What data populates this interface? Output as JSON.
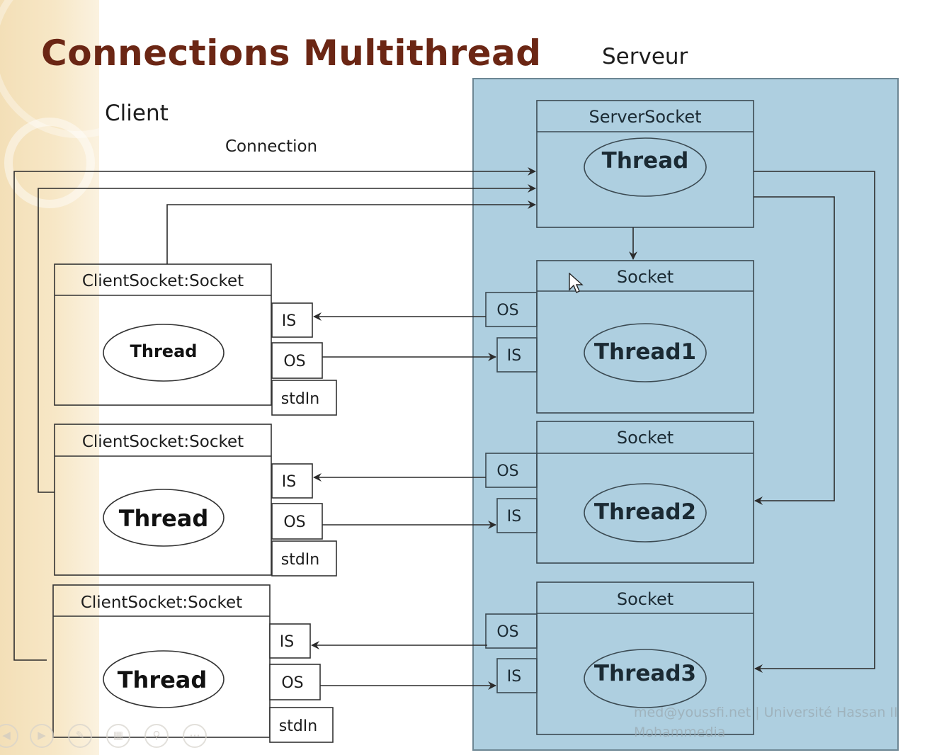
{
  "slide": {
    "title": "Connections Multithread",
    "client_label": "Client",
    "server_label": "Serveur",
    "connection_label": "Connection",
    "watermark_line1": "med@youssfi.net | Université Hassan II",
    "watermark_line2": "Mohammedia"
  },
  "server": {
    "server_socket": {
      "title": "ServerSocket",
      "thread": "Thread"
    },
    "sockets": [
      {
        "title": "Socket",
        "thread": "Thread1",
        "os": "OS",
        "is": "IS"
      },
      {
        "title": "Socket",
        "thread": "Thread2",
        "os": "OS",
        "is": "IS"
      },
      {
        "title": "Socket",
        "thread": "Thread3",
        "os": "OS",
        "is": "IS"
      }
    ]
  },
  "clients": [
    {
      "title": "ClientSocket:Socket",
      "thread": "Thread",
      "is": "IS",
      "os": "OS",
      "stdin": "stdIn"
    },
    {
      "title": "ClientSocket:Socket",
      "thread": "Thread",
      "is": "IS",
      "os": "OS",
      "stdin": "stdIn"
    },
    {
      "title": "ClientSocket:Socket",
      "thread": "Thread",
      "is": "IS",
      "os": "OS",
      "stdin": "stdIn"
    }
  ],
  "colors": {
    "title": "#6b2614",
    "server_fill": "#aecfe0",
    "server_border": "#6d8794",
    "line": "#2b2b2b"
  },
  "controls": [
    "prev-icon",
    "play-icon",
    "pen-icon",
    "slides-icon",
    "zoom-icon",
    "more-icon"
  ]
}
